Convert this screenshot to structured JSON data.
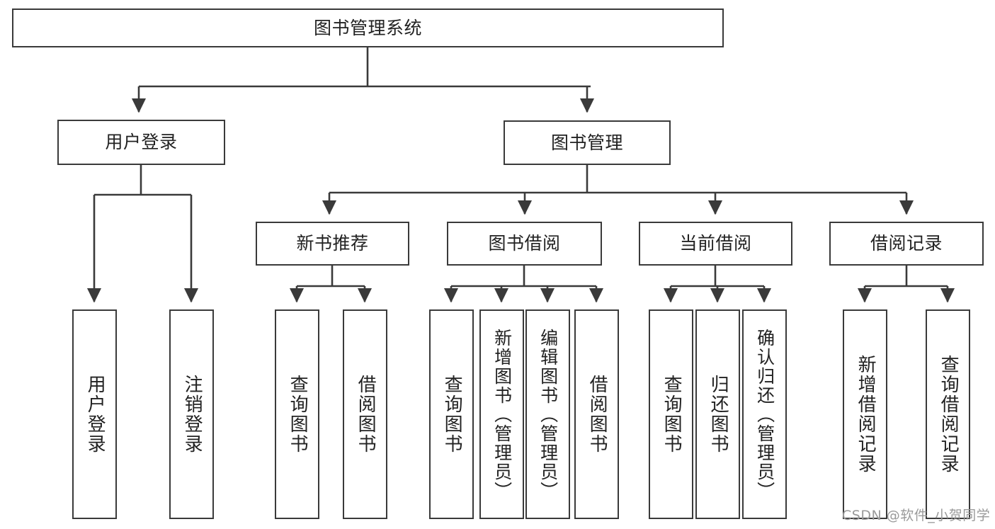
{
  "diagram": {
    "title": "图书管理系统",
    "type": "tree-hierarchy",
    "watermark": "CSDN @软件_小贺同学",
    "colors": {
      "stroke": "#3a3a3a",
      "fill": "#ffffff",
      "text": "#222222",
      "watermark": "#9a9a9a"
    },
    "nodes": {
      "root": {
        "label": "图书管理系统"
      },
      "level2": [
        {
          "id": "user-login",
          "label": "用户登录"
        },
        {
          "id": "book-manage",
          "label": "图书管理"
        }
      ],
      "level3": [
        {
          "id": "new-book-recommend",
          "label": "新书推荐"
        },
        {
          "id": "book-borrow",
          "label": "图书借阅"
        },
        {
          "id": "current-borrow",
          "label": "当前借阅"
        },
        {
          "id": "borrow-record",
          "label": "借阅记录"
        }
      ],
      "leaves": {
        "user_login": [
          {
            "id": "leaf-user-login",
            "label": "用户登录"
          },
          {
            "id": "leaf-logout-login",
            "label": "注销登录"
          }
        ],
        "new_book_recommend": [
          {
            "id": "leaf-query-book-1",
            "label": "查询图书"
          },
          {
            "id": "leaf-borrow-book-1",
            "label": "借阅图书"
          }
        ],
        "book_borrow": [
          {
            "id": "leaf-query-book-2",
            "label": "查询图书"
          },
          {
            "id": "leaf-add-book",
            "label": "新增图书（管理员）"
          },
          {
            "id": "leaf-edit-book",
            "label": "编辑图书（管理员）"
          },
          {
            "id": "leaf-borrow-book-2",
            "label": "借阅图书"
          }
        ],
        "current_borrow": [
          {
            "id": "leaf-query-book-3",
            "label": "查询图书"
          },
          {
            "id": "leaf-return-book",
            "label": "归还图书"
          },
          {
            "id": "leaf-confirm-return",
            "label": "确认归还（管理员）"
          }
        ],
        "borrow_record": [
          {
            "id": "leaf-add-record",
            "label": "新增借阅记录"
          },
          {
            "id": "leaf-query-record",
            "label": "查询借阅记录"
          }
        ]
      }
    }
  }
}
